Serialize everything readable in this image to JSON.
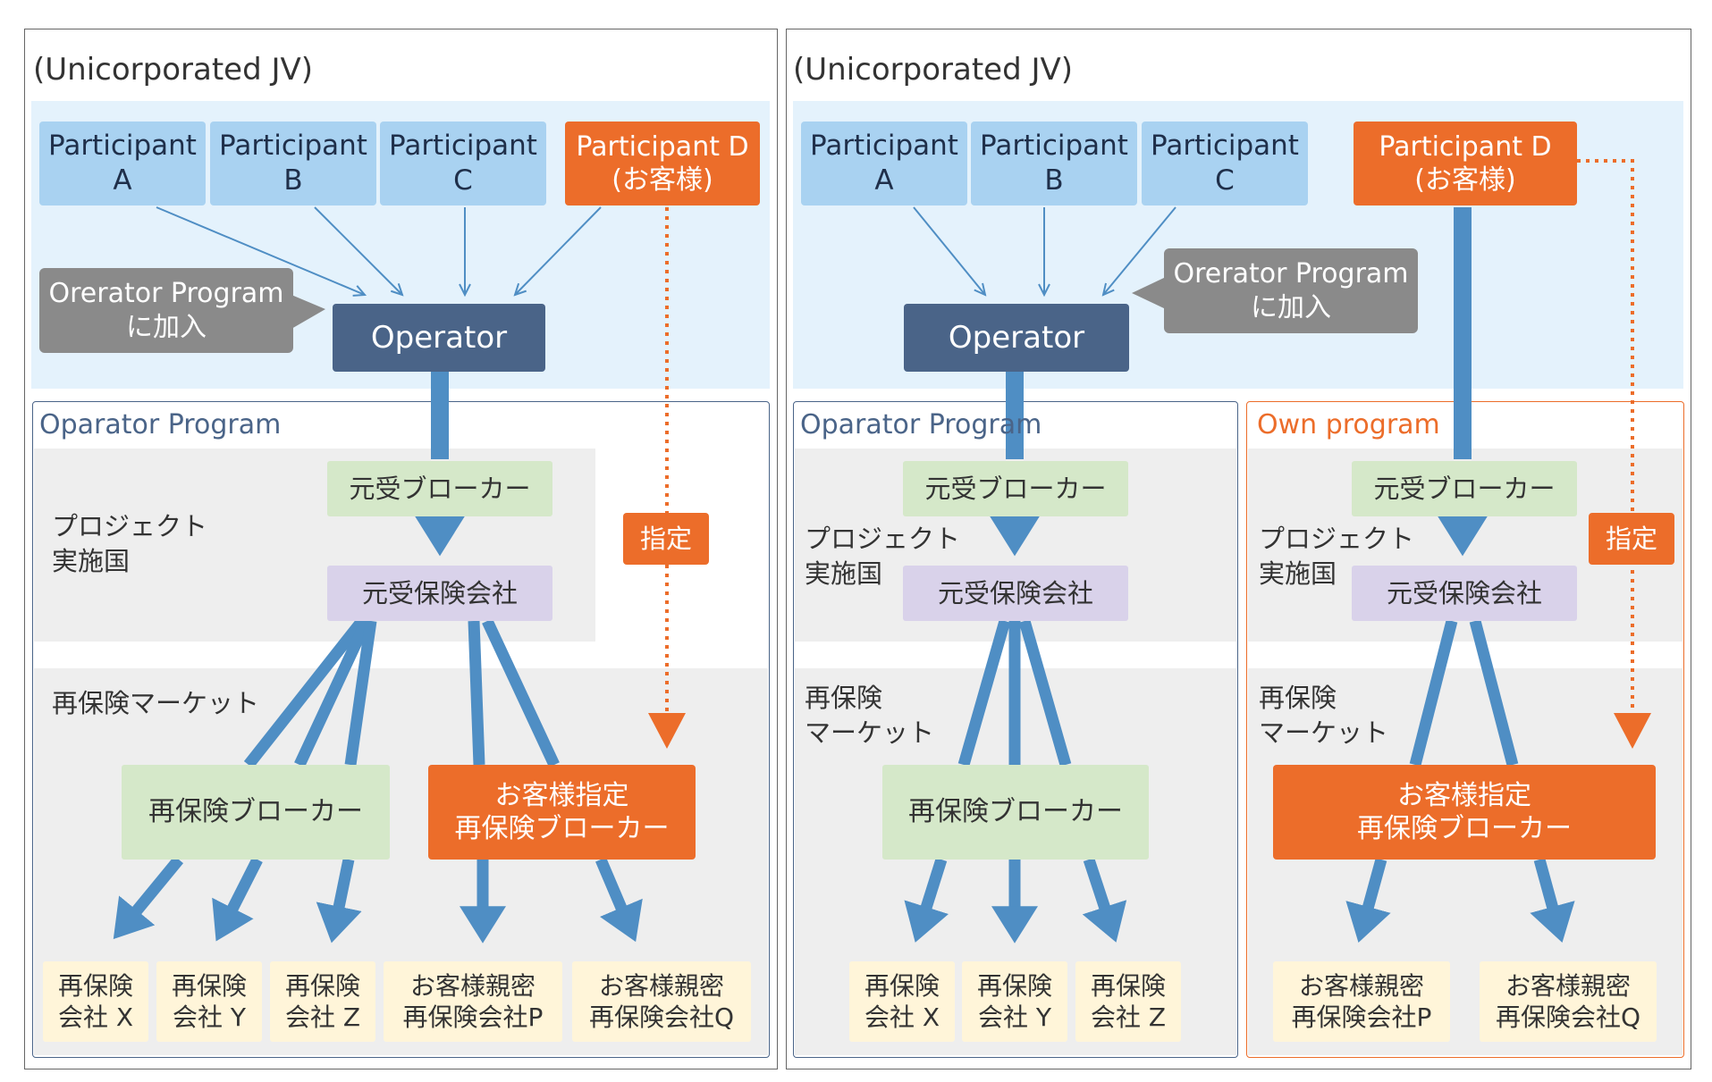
{
  "jv_title": "(Unicorporated JV)",
  "participants": {
    "a": "Participant\nA",
    "b": "Participant\nB",
    "c": "Participant\nC",
    "d": "Participant D\n(お客様)"
  },
  "callout": "Orerator Program\nに加入",
  "operator": "Operator",
  "operator_program": "Oparator Program",
  "own_program": "Own program",
  "designate": "指定",
  "project_country": "プロジェクト\n実施国",
  "reinsurance_market_left": "再保険マーケット",
  "reinsurance_market_right": "再保険\nマーケット",
  "original_broker": "元受ブローカー",
  "original_insurer": "元受保険会社",
  "reinsurance_broker": "再保険ブローカー",
  "customer_broker": "お客様指定\n再保険ブローカー",
  "reinsurers": {
    "x": "再保険\n会社 X",
    "y": "再保険\n会社 Y",
    "z": "再保険\n会社 Z",
    "p": "お客様親密\n再保険会社P",
    "q": "お客様親密\n再保険会社Q"
  },
  "colors": {
    "participant": "#a9d2f1",
    "customer_orange": "#ec6d2a",
    "operator": "#4a6488",
    "callout_gray": "#8a8a8a",
    "broker_green": "#d5e8c9",
    "insurer_purple": "#d9d2ea",
    "reinsurer_cream": "#fff5d9",
    "arrow_blue": "#4f8ec4",
    "jv_background": "#e4f2fc",
    "program_border_blue": "#4a6488",
    "own_program_orange": "#ec6d2a"
  }
}
